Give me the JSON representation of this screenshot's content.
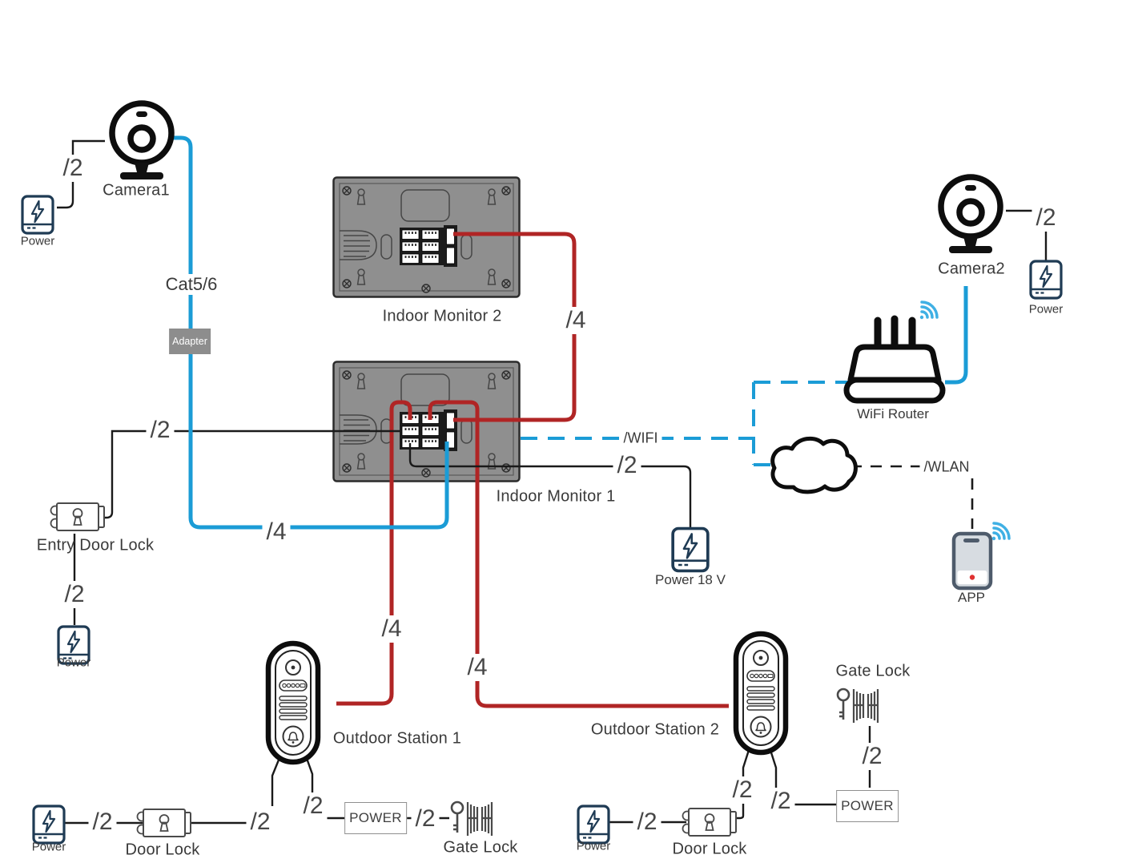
{
  "colors": {
    "wire-red": "#b02525",
    "wire-blue": "#1b9cd6",
    "wire-black": "#1a1a1a",
    "device-gray": "#8f8f8f",
    "adapter-gray": "#8d8d8d",
    "icon-navy": "#1f3b54",
    "wifi-blue": "#3fb0e4",
    "label-dark": "#3a3a3a"
  },
  "devices": {
    "camera1": "Camera1",
    "camera2": "Camera2",
    "indoor_monitor_1": "Indoor Monitor 1",
    "indoor_monitor_2": "Indoor Monitor 2",
    "outdoor_station_1": "Outdoor Station 1",
    "outdoor_station_2": "Outdoor Station 2",
    "wifi_router": "WiFi Router",
    "adapter": "Adapter",
    "app": "APP",
    "entry_door_lock": "Entry Door Lock",
    "door_lock": "Door Lock",
    "gate_lock": "Gate Lock",
    "power": "Power",
    "power_18v": "Power 18 V",
    "power_supply_box": "POWER"
  },
  "cables": {
    "cat56": "Cat5/6",
    "wifi": "/WIFI",
    "wlan": "/WLAN",
    "two_wire": "/2",
    "four_wire": "/4"
  }
}
